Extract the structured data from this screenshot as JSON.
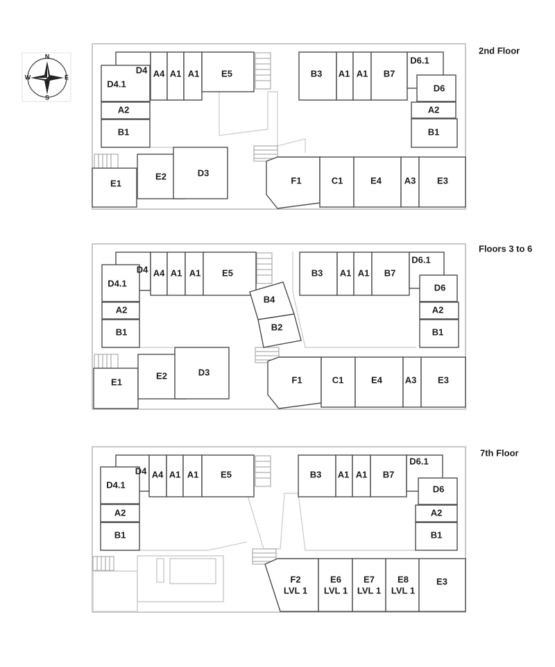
{
  "compass": {
    "n": "N",
    "s": "S",
    "e": "E",
    "w": "W"
  },
  "floors": [
    {
      "title": "2nd Floor",
      "units": [
        "D4",
        "A4",
        "A1",
        "A1",
        "E5",
        "D4.1",
        "A2",
        "B1",
        "B3",
        "A1",
        "A1",
        "B7",
        "D6.1",
        "D6",
        "A2",
        "B1",
        "E1",
        "E2",
        "D3",
        "F1",
        "C1",
        "E4",
        "A3",
        "E3"
      ]
    },
    {
      "title": "Floors 3 to 6",
      "units": [
        "D4",
        "A4",
        "A1",
        "A1",
        "E5",
        "D4.1",
        "A2",
        "B1",
        "B4",
        "B2",
        "B3",
        "A1",
        "A1",
        "B7",
        "D6.1",
        "D6",
        "A2",
        "B1",
        "E1",
        "E2",
        "D3",
        "F1",
        "C1",
        "E4",
        "A3",
        "E3"
      ]
    },
    {
      "title": "7th Floor",
      "units": [
        "D4",
        "A4",
        "A1",
        "A1",
        "E5",
        "D4.1",
        "A2",
        "B1",
        "B3",
        "A1",
        "A1",
        "B7",
        "D6.1",
        "D6",
        "A2",
        "B1"
      ],
      "lvl_units": [
        {
          "name": "F2",
          "level": "LVL 1"
        },
        {
          "name": "E6",
          "level": "LVL 1"
        },
        {
          "name": "E7",
          "level": "LVL 1"
        },
        {
          "name": "E8",
          "level": "LVL 1"
        }
      ],
      "last_unit": "E3"
    }
  ]
}
